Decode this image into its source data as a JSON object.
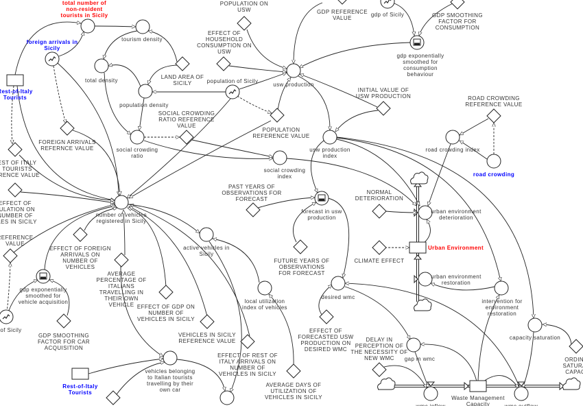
{
  "colors": {
    "stock_highlight_red": "#ff0000",
    "exogenous_blue": "#0000ff",
    "line": "#222222"
  },
  "nodes": {
    "total_tourists": {
      "type": "auxiliary",
      "color": "red",
      "label": [
        "total number of",
        "non-resident",
        "tourists in Sicily"
      ]
    },
    "tourism_density": {
      "type": "auxiliary",
      "label": [
        "tourism density"
      ]
    },
    "total_density": {
      "type": "auxiliary",
      "label": [
        "total density"
      ]
    },
    "population_density": {
      "type": "auxiliary",
      "label": [
        "population density"
      ]
    },
    "social_crowding_ratio": {
      "type": "auxiliary",
      "label": [
        "social crowding",
        "ratio"
      ]
    },
    "social_crowding_index": {
      "type": "auxiliary",
      "label": [
        "social crowding",
        "index"
      ]
    },
    "foreign_arrivals": {
      "type": "graph",
      "color": "blue",
      "label": [
        "foreign arrivals in",
        "Sicily"
      ]
    },
    "population_sicily": {
      "type": "graph",
      "label": [
        "population of  Sicily"
      ]
    },
    "usw_production": {
      "type": "auxiliary",
      "label": [
        "usw production"
      ]
    },
    "gdp_sicily": {
      "type": "graph",
      "label": [
        "gdp of Sicily"
      ]
    },
    "gdp_smoothed_consumption": {
      "type": "smooth",
      "label": [
        "gdp exponentially",
        "smoothed  for",
        "consumption",
        "behaviour"
      ]
    },
    "usw_production_index": {
      "type": "auxiliary",
      "label": [
        "usw production",
        "index"
      ]
    },
    "road_crowding_index": {
      "type": "auxiliary",
      "label": [
        "road crowding index"
      ]
    },
    "road_crowding": {
      "type": "auxiliary",
      "color": "blue",
      "label": [
        "road crowding"
      ]
    },
    "forecast_usw": {
      "type": "smooth",
      "label": [
        "forecast in usw",
        "production"
      ]
    },
    "vehicles_registered": {
      "type": "auxiliary",
      "label": [
        "number of vehicles",
        "registered in Sicily"
      ]
    },
    "active_vehicles": {
      "type": "auxiliary",
      "label": [
        "active vehicles in",
        "Sicily"
      ]
    },
    "gdp_smoothed_vehicle": {
      "type": "smooth",
      "label": [
        "gdp exponentially",
        "smoothed  for",
        "vehicle acquisition"
      ]
    },
    "gdp_sicily_left": {
      "type": "graph",
      "label": [
        "of Sicily"
      ]
    },
    "local_utilization": {
      "type": "auxiliary",
      "label": [
        "local utilization",
        "index of vehicles"
      ]
    },
    "vehicles_italian_tourists": {
      "type": "auxiliary",
      "label": [
        "vehicles belonging",
        "to Italian tourists",
        "travelling by their",
        "own car"
      ]
    },
    "bottom_auxiliary": {
      "type": "auxiliary",
      "label": []
    },
    "urban_env_deterioration": {
      "type": "auxiliary",
      "label": [
        "urban environment",
        "deterioration"
      ]
    },
    "urban_env_restoration": {
      "type": "auxiliary",
      "label": [
        "urban environment",
        "restoration"
      ]
    },
    "desired_wmc": {
      "type": "auxiliary",
      "label": [
        "desired wmc"
      ]
    },
    "intervention": {
      "type": "auxiliary",
      "label": [
        "intervention for",
        "environment",
        "restoration"
      ]
    },
    "capacity_saturation": {
      "type": "auxiliary",
      "label": [
        "capacity saturation"
      ]
    },
    "gap_wmc": {
      "type": "auxiliary",
      "label": [
        "gap in wmc"
      ]
    },
    "wmc_inflow": {
      "type": "auxiliary",
      "label": [
        "wmc inflow"
      ]
    },
    "wmc_outflow": {
      "type": "auxiliary",
      "label": [
        "wmc outflow"
      ]
    },
    "rest_italy_top": {
      "type": "stock",
      "color": "blue",
      "label": [
        "Rest-of-Italy",
        "Tourists"
      ]
    },
    "rest_italy_bottom": {
      "type": "stock",
      "color": "blue",
      "label": [
        "Rest-of-Italy",
        "Tourists"
      ]
    },
    "urban_environment": {
      "type": "stock",
      "color": "red",
      "label": [
        "Urban Environment"
      ]
    },
    "waste_management": {
      "type": "stock",
      "label": [
        "Waste Management",
        "Capacity"
      ]
    },
    "population_on_usw": {
      "type": "constant",
      "label": [
        "POPULATION ON",
        "USW"
      ]
    },
    "gdp_reference": {
      "type": "constant",
      "label": [
        "GDP REFERENCE",
        "VALUE"
      ]
    },
    "effect_household": {
      "type": "constant",
      "label": [
        "EFFECT OF",
        "HOUSEHOLD",
        "CONSUMPTION  ON",
        "USW"
      ]
    },
    "land_area": {
      "type": "constant",
      "label": [
        "LAND AREA OF",
        "SICILY"
      ]
    },
    "gdp_smoothing_consumption": {
      "type": "constant",
      "label": [
        "GDP SMOOTHING",
        "FACTOR FOR",
        "CONSUMPTION"
      ]
    },
    "population_reference": {
      "type": "constant",
      "label": [
        "POPULATION",
        "REFERENCE VALUE"
      ]
    },
    "social_crowding_reference": {
      "type": "constant",
      "label": [
        "SOCIAL CROWDING",
        "RATIO REFERENCE",
        "VALUE"
      ]
    },
    "initial_usw": {
      "type": "constant",
      "label": [
        "INITIAL VALUE OF",
        "USW PRODUCTION"
      ]
    },
    "road_crowding_reference": {
      "type": "constant",
      "label": [
        "ROAD CROWDING",
        "REFERENCE VALUE"
      ]
    },
    "foreign_arrivals_reference": {
      "type": "constant",
      "label": [
        "FOREIGN ARRIVALS",
        "REFERNCE VALUE"
      ]
    },
    "rest_italy_reference": {
      "type": "constant",
      "label": [
        "EST OF ITALY",
        "TOURISTS",
        "ERENCE VALUE"
      ]
    },
    "effect_population_vehicles": {
      "type": "constant",
      "label": [
        "EFFECT OF",
        "PULATION ON",
        "NUMBER OF",
        "CLES IN SICILY"
      ]
    },
    "past_years": {
      "type": "constant",
      "label": [
        "PAST YEARS OF",
        "OBSERVATIONS FOR",
        "FORECAST"
      ]
    },
    "normal_deterioration": {
      "type": "constant",
      "label": [
        "NORMAL",
        "DETERIORATION"
      ]
    },
    "climate_effect": {
      "type": "constant",
      "label": [
        "CLIMATE EFFECT"
      ]
    },
    "future_years": {
      "type": "constant",
      "label": [
        "FUTURE YEARS OF",
        "OBSERVATIONS",
        "FOR  FORECAST"
      ]
    },
    "reference_value_left": {
      "type": "constant",
      "label": [
        "REFERENCE",
        "VALUE"
      ]
    },
    "effect_foreign_vehicles": {
      "type": "constant",
      "label": [
        "EFFECT OF FOREIGN",
        "ARRIVALS ON",
        "NUMBER OF",
        "VEHICLES"
      ]
    },
    "average_percentage": {
      "type": "constant",
      "label": [
        "AVERAGE",
        "PERCENTAGE OF",
        "ITALIANS",
        "TRAVELLING  IN",
        "THEIR OWN",
        "VEHICLE"
      ]
    },
    "effect_gdp_vehicles": {
      "type": "constant",
      "label": [
        "EFFECT OF GDP ON",
        "NUMBER OF",
        "VEHICLES IN SICILY"
      ]
    },
    "gdp_smoothing_car": {
      "type": "constant",
      "label": [
        "GDP SMOOTHING",
        "FACTOR FOR CAR",
        "ACQUISITION"
      ]
    },
    "vehicles_reference": {
      "type": "constant",
      "label": [
        "VEHICLES IN SICILY",
        "REFERENCE VALUE"
      ]
    },
    "effect_rest_italy": {
      "type": "constant",
      "label": [
        "EFFECT OF REST OF",
        "ITALY ARRIVALS  ON",
        "NUMBER OF",
        "VEHICLES IN SICILY"
      ]
    },
    "average_days": {
      "type": "constant",
      "label": [
        "AVERAGE DAYS  OF",
        "UTILIZATION  OF",
        "VEHICLES IN SICILY"
      ]
    },
    "effect_forecasted": {
      "type": "constant",
      "label": [
        "EFFECT OF",
        "FORECASTED USW",
        "PRODUCTION ON",
        "DESIRED WMC"
      ]
    },
    "delay_perception": {
      "type": "constant",
      "label": [
        "DELAY IN",
        "PERCEPTION OF",
        "THE NECESSITY OF",
        "NEW WMC"
      ]
    },
    "ordinary_saturation": {
      "type": "constant",
      "label": [
        "ORDINA",
        "SATURAT",
        "CAPACI"
      ]
    },
    "small_constant_bottom": {
      "type": "constant",
      "label": []
    }
  }
}
